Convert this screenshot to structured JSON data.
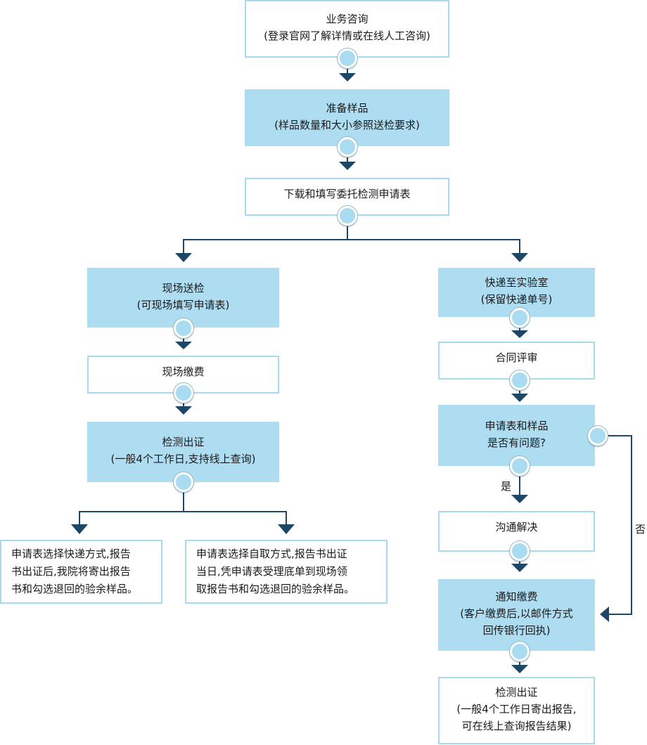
{
  "nodes": {
    "consult": {
      "lines": [
        "业务咨询",
        "(登录官网了解详情或在线人工咨询)"
      ]
    },
    "prepare": {
      "lines": [
        "准备样品",
        "(样品数量和大小参照送检要求)"
      ]
    },
    "download": {
      "lines": [
        "下载和填写委托检测申请表"
      ]
    },
    "onsite": {
      "lines": [
        "现场送检",
        "(可现场填写申请表)"
      ]
    },
    "express": {
      "lines": [
        "快递至实验室",
        "(保留快递单号)"
      ]
    },
    "onsite_pay": {
      "lines": [
        "现场缴费"
      ]
    },
    "contract": {
      "lines": [
        "合同评审"
      ]
    },
    "report_left": {
      "lines": [
        "检测出证",
        "(一般4个工作日,支持线上查询)"
      ]
    },
    "question": {
      "lines": [
        "申请表和样品",
        "是否有问题?"
      ]
    },
    "resolve": {
      "lines": [
        "沟通解决"
      ]
    },
    "notify_pay": {
      "lines": [
        "通知缴费",
        "(客户缴费后,以邮件方式",
        "回传银行回执)"
      ]
    },
    "report_right": {
      "lines": [
        "检测出证",
        "(一般4个工作日寄出报告,",
        "可在线上查询报告结果)"
      ]
    },
    "note_express": {
      "lines": [
        "申请表选择快递方式,报告",
        "书出证后,我院将寄出报告",
        "书和勾选退回的验余样品。"
      ]
    },
    "note_self": {
      "lines": [
        "申请表选择自取方式,报告书出证",
        "当日,凭申请表受理底单到现场领",
        "取报告书和勾选退回的验余样品。"
      ]
    }
  },
  "labels": {
    "yes": "是",
    "no": "否"
  },
  "colors": {
    "fill": "#aedcf1",
    "border": "#a9d9ef",
    "connector": "#1d4766"
  }
}
